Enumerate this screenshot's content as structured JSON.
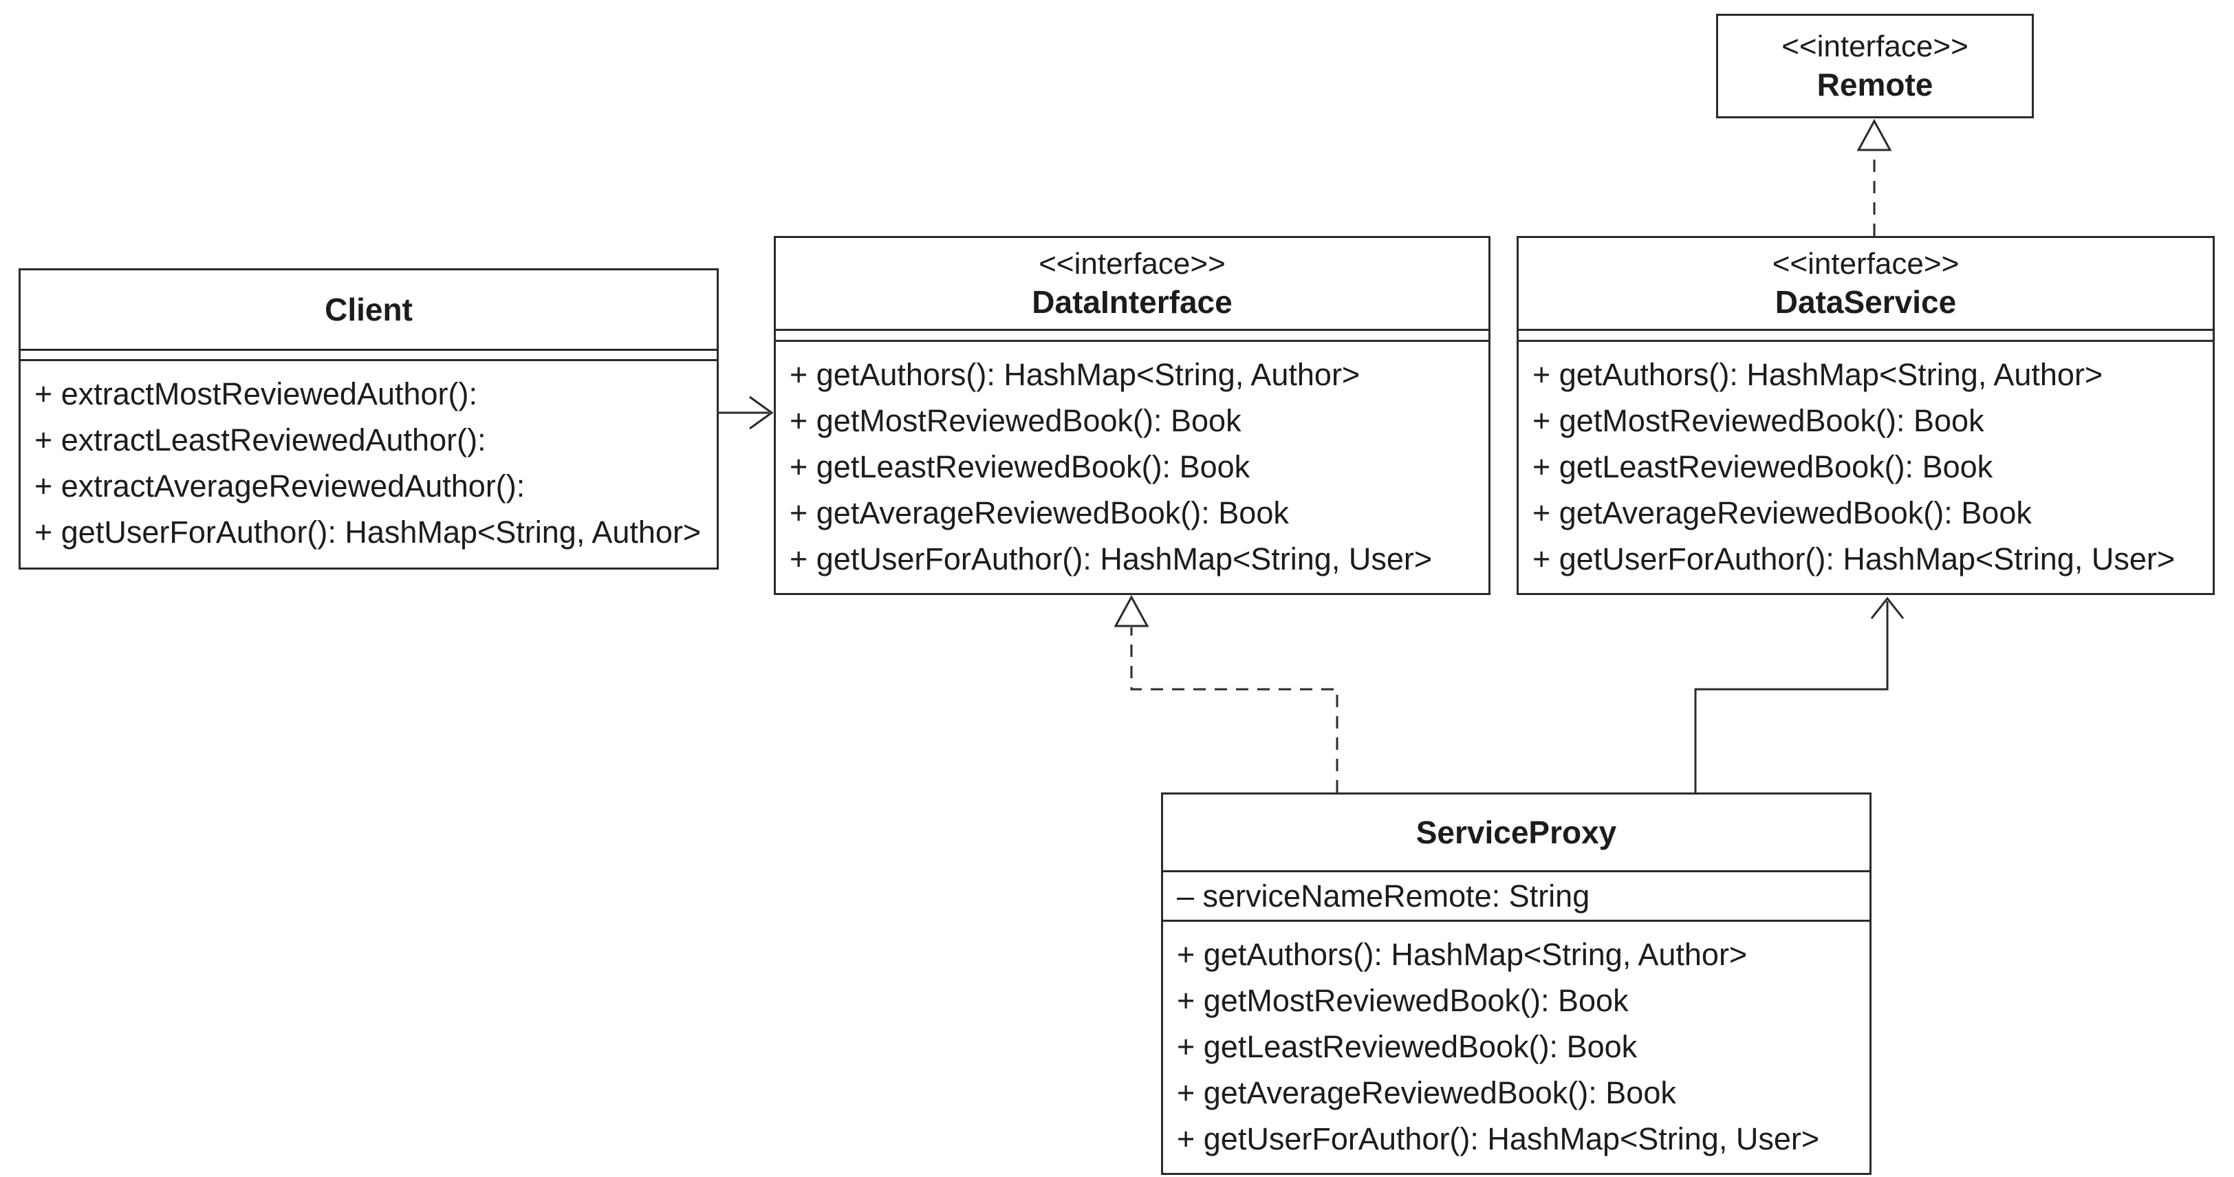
{
  "colors": {
    "background": "#ffffff",
    "stroke": "#2b2b2b",
    "text": "#1c1c1c"
  },
  "classes": {
    "client": {
      "name": "Client",
      "methods": [
        "+ extractMostReviewedAuthor():",
        "+ extractLeastReviewedAuthor():",
        "+ extractAverageReviewedAuthor():",
        "+ getUserForAuthor(): HashMap<String, Author>"
      ]
    },
    "dataInterface": {
      "stereotype": "<<interface>>",
      "name": "DataInterface",
      "methods": [
        "+ getAuthors(): HashMap<String, Author>",
        "+ getMostReviewedBook(): Book",
        "+ getLeastReviewedBook(): Book",
        "+ getAverageReviewedBook(): Book",
        "+ getUserForAuthor(): HashMap<String, User>"
      ]
    },
    "remote": {
      "stereotype": "<<interface>>",
      "name": "Remote"
    },
    "dataService": {
      "stereotype": "<<interface>>",
      "name": "DataService",
      "methods": [
        "+ getAuthors(): HashMap<String, Author>",
        "+ getMostReviewedBook(): Book",
        "+ getLeastReviewedBook(): Book",
        "+ getAverageReviewedBook(): Book",
        "+ getUserForAuthor(): HashMap<String, User>"
      ]
    },
    "serviceProxy": {
      "name": "ServiceProxy",
      "attributes": [
        "– serviceNameRemote: String"
      ],
      "methods": [
        "+ getAuthors(): HashMap<String, Author>",
        "+ getMostReviewedBook(): Book",
        "+ getLeastReviewedBook(): Book",
        "+ getAverageReviewedBook(): Book",
        "+ getUserForAuthor(): HashMap<String, User>"
      ]
    }
  },
  "relationships": [
    {
      "from": "Client",
      "to": "DataInterface",
      "type": "association",
      "line": "solid",
      "arrowhead": "open"
    },
    {
      "from": "ServiceProxy",
      "to": "DataInterface",
      "type": "realization",
      "line": "dashed",
      "arrowhead": "hollow-triangle"
    },
    {
      "from": "ServiceProxy",
      "to": "DataService",
      "type": "association",
      "line": "solid",
      "arrowhead": "open"
    },
    {
      "from": "DataService",
      "to": "Remote",
      "type": "realization",
      "line": "dashed",
      "arrowhead": "hollow-triangle"
    }
  ]
}
